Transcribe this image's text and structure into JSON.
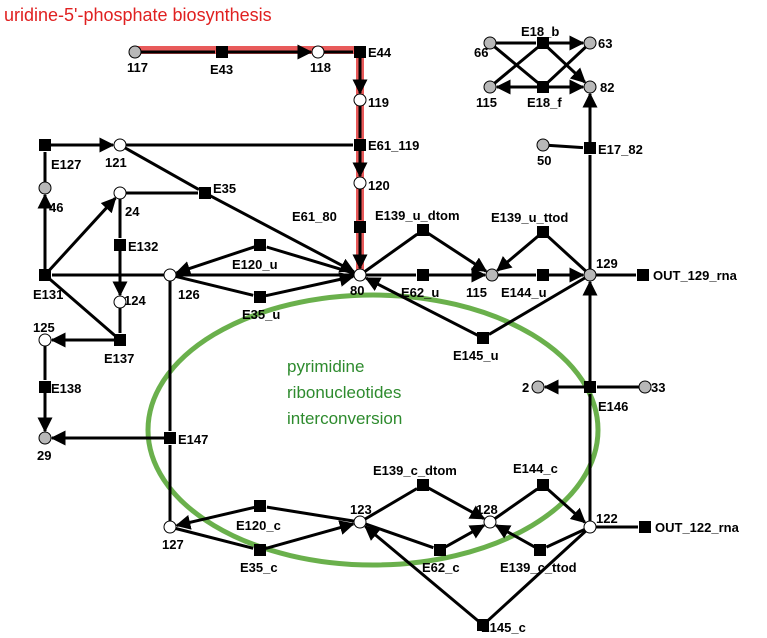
{
  "title": "uridine-5'-phosphate biosynthesis",
  "region_label": [
    "pyrimidine",
    "ribonucleotides",
    "interconversion"
  ],
  "colors": {
    "title": "#e02020",
    "highlight_path": "#e85a5a",
    "region": "#6ab04c",
    "region_text": "#2e8b2e",
    "metabolite_grey": "#b8b8b8",
    "metabolite_white": "#ffffff",
    "reaction": "#000000"
  },
  "metabolites": [
    {
      "id": "117",
      "label": "117",
      "fill": "grey"
    },
    {
      "id": "118",
      "label": "118",
      "fill": "white"
    },
    {
      "id": "119",
      "label": "119",
      "fill": "white"
    },
    {
      "id": "120",
      "label": "120",
      "fill": "white"
    },
    {
      "id": "80",
      "label": "80",
      "fill": "white"
    },
    {
      "id": "121",
      "label": "121",
      "fill": "white"
    },
    {
      "id": "24",
      "label": "24",
      "fill": "white"
    },
    {
      "id": "46",
      "label": "46",
      "fill": "grey"
    },
    {
      "id": "124",
      "label": "124",
      "fill": "white"
    },
    {
      "id": "125",
      "label": "125",
      "fill": "white"
    },
    {
      "id": "29",
      "label": "29",
      "fill": "grey"
    },
    {
      "id": "126",
      "label": "126",
      "fill": "white"
    },
    {
      "id": "115",
      "label": "115",
      "fill": "grey"
    },
    {
      "id": "129",
      "label": "129",
      "fill": "grey"
    },
    {
      "id": "66",
      "label": "66",
      "fill": "grey"
    },
    {
      "id": "63",
      "label": "63",
      "fill": "grey"
    },
    {
      "id": "115b",
      "label": "115",
      "fill": "grey"
    },
    {
      "id": "82",
      "label": "82",
      "fill": "grey"
    },
    {
      "id": "50",
      "label": "50",
      "fill": "grey"
    },
    {
      "id": "2",
      "label": "2",
      "fill": "grey"
    },
    {
      "id": "33",
      "label": "33",
      "fill": "grey"
    },
    {
      "id": "122",
      "label": "122",
      "fill": "white"
    },
    {
      "id": "123",
      "label": "123",
      "fill": "white"
    },
    {
      "id": "127",
      "label": "127",
      "fill": "white"
    },
    {
      "id": "128",
      "label": "128",
      "fill": "white"
    }
  ],
  "reactions": [
    {
      "id": "E43",
      "label": "E43"
    },
    {
      "id": "E44",
      "label": "E44"
    },
    {
      "id": "E61_119",
      "label": "E61_119"
    },
    {
      "id": "E61_80",
      "label": "E61_80"
    },
    {
      "id": "E127",
      "label": "E127"
    },
    {
      "id": "E35",
      "label": "E35"
    },
    {
      "id": "E131",
      "label": "E131"
    },
    {
      "id": "E132",
      "label": "E132"
    },
    {
      "id": "E137",
      "label": "E137"
    },
    {
      "id": "E138",
      "label": "E138"
    },
    {
      "id": "E147",
      "label": "E147"
    },
    {
      "id": "E120_u",
      "label": "E120_u"
    },
    {
      "id": "E35_u",
      "label": "E35_u"
    },
    {
      "id": "E139_u_dtom",
      "label": "E139_u_dtom"
    },
    {
      "id": "E139_u_ttod",
      "label": "E139_u_ttod"
    },
    {
      "id": "E62_u",
      "label": "E62_u"
    },
    {
      "id": "E144_u",
      "label": "E144_u"
    },
    {
      "id": "E145_u",
      "label": "E145_u"
    },
    {
      "id": "OUT_129_rna",
      "label": "OUT_129_rna"
    },
    {
      "id": "E18_b",
      "label": "E18_b"
    },
    {
      "id": "E18_f",
      "label": "E18_f"
    },
    {
      "id": "E17_82",
      "label": "E17_82"
    },
    {
      "id": "E146",
      "label": "E146"
    },
    {
      "id": "E120_c",
      "label": "E120_c"
    },
    {
      "id": "E35_c",
      "label": "E35_c"
    },
    {
      "id": "E139_c_dtom",
      "label": "E139_c_dtom"
    },
    {
      "id": "E144_c",
      "label": "E144_c"
    },
    {
      "id": "E62_c",
      "label": "E62_c"
    },
    {
      "id": "E139_c_ttod",
      "label": "E139_c_ttod"
    },
    {
      "id": "E145_c",
      "label": "E145_c"
    },
    {
      "id": "OUT_122_rna",
      "label": "OUT_122_rna"
    }
  ],
  "edges": [
    [
      "117",
      "E43"
    ],
    [
      "E43",
      "118"
    ],
    [
      "118",
      "E44"
    ],
    [
      "E44",
      "119"
    ],
    [
      "119",
      "E61_119"
    ],
    [
      "E61_119",
      "120"
    ],
    [
      "120",
      "E61_80"
    ],
    [
      "E61_80",
      "80"
    ],
    [
      "121",
      "E61_119"
    ],
    [
      "121",
      "E35"
    ],
    [
      "E35",
      "80"
    ],
    [
      "24",
      "E35"
    ],
    [
      "E127",
      "121"
    ],
    [
      "46",
      "E127"
    ],
    [
      "E131",
      "46"
    ],
    [
      "E131",
      "24"
    ],
    [
      "24",
      "E132"
    ],
    [
      "E132",
      "124"
    ],
    [
      "124",
      "E137"
    ],
    [
      "E131",
      "E137"
    ],
    [
      "E137",
      "125"
    ],
    [
      "125",
      "E138"
    ],
    [
      "E138",
      "29"
    ],
    [
      "80",
      "E131"
    ],
    [
      "E147",
      "29"
    ],
    [
      "126",
      "E147"
    ],
    [
      "127",
      "E147"
    ],
    [
      "E120_u",
      "126"
    ],
    [
      "80",
      "E120_u"
    ],
    [
      "126",
      "E35_u"
    ],
    [
      "E35_u",
      "80"
    ],
    [
      "80",
      "E139_u_dtom"
    ],
    [
      "E139_u_dtom",
      "115"
    ],
    [
      "80",
      "E62_u"
    ],
    [
      "E62_u",
      "115"
    ],
    [
      "115",
      "E144_u"
    ],
    [
      "E144_u",
      "129"
    ],
    [
      "129",
      "E139_u_ttod"
    ],
    [
      "E139_u_ttod",
      "115"
    ],
    [
      "129",
      "E145_u"
    ],
    [
      "E145_u",
      "80"
    ],
    [
      "129",
      "OUT_129_rna"
    ],
    [
      "66",
      "E18_b"
    ],
    [
      "E18_b",
      "63"
    ],
    [
      "115b",
      "E18_b"
    ],
    [
      "E18_b",
      "82"
    ],
    [
      "66",
      "E18_f"
    ],
    [
      "63",
      "E18_f"
    ],
    [
      "E18_f",
      "115b"
    ],
    [
      "E18_f",
      "82"
    ],
    [
      "50",
      "E17_82"
    ],
    [
      "129",
      "E17_82"
    ],
    [
      "E17_82",
      "82"
    ],
    [
      "E146",
      "129"
    ],
    [
      "33",
      "E146"
    ],
    [
      "E146",
      "2"
    ],
    [
      "122",
      "E146"
    ],
    [
      "122",
      "OUT_122_rna"
    ],
    [
      "123",
      "E120_c"
    ],
    [
      "E120_c",
      "127"
    ],
    [
      "127",
      "E35_c"
    ],
    [
      "E35_c",
      "123"
    ],
    [
      "123",
      "E139_c_dtom"
    ],
    [
      "E139_c_dtom",
      "128"
    ],
    [
      "123",
      "E62_c"
    ],
    [
      "E62_c",
      "128"
    ],
    [
      "128",
      "E144_c"
    ],
    [
      "E144_c",
      "122"
    ],
    [
      "122",
      "E139_c_ttod"
    ],
    [
      "E139_c_ttod",
      "128"
    ],
    [
      "122",
      "E145_c"
    ],
    [
      "E145_c",
      "123"
    ]
  ],
  "highlight_path": [
    "117",
    "E43",
    "118",
    "E44",
    "119",
    "E61_119",
    "120",
    "E61_80",
    "80"
  ]
}
